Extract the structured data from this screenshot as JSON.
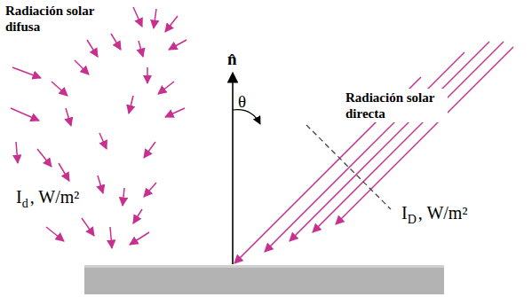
{
  "diagram": {
    "labels": [
      "Radiación solar difusa",
      "Radiación solar directa",
      "I",
      "d",
      ", W/m²",
      "I",
      "D",
      ", W/m²",
      "θ",
      "n̂"
    ]
  }
}
